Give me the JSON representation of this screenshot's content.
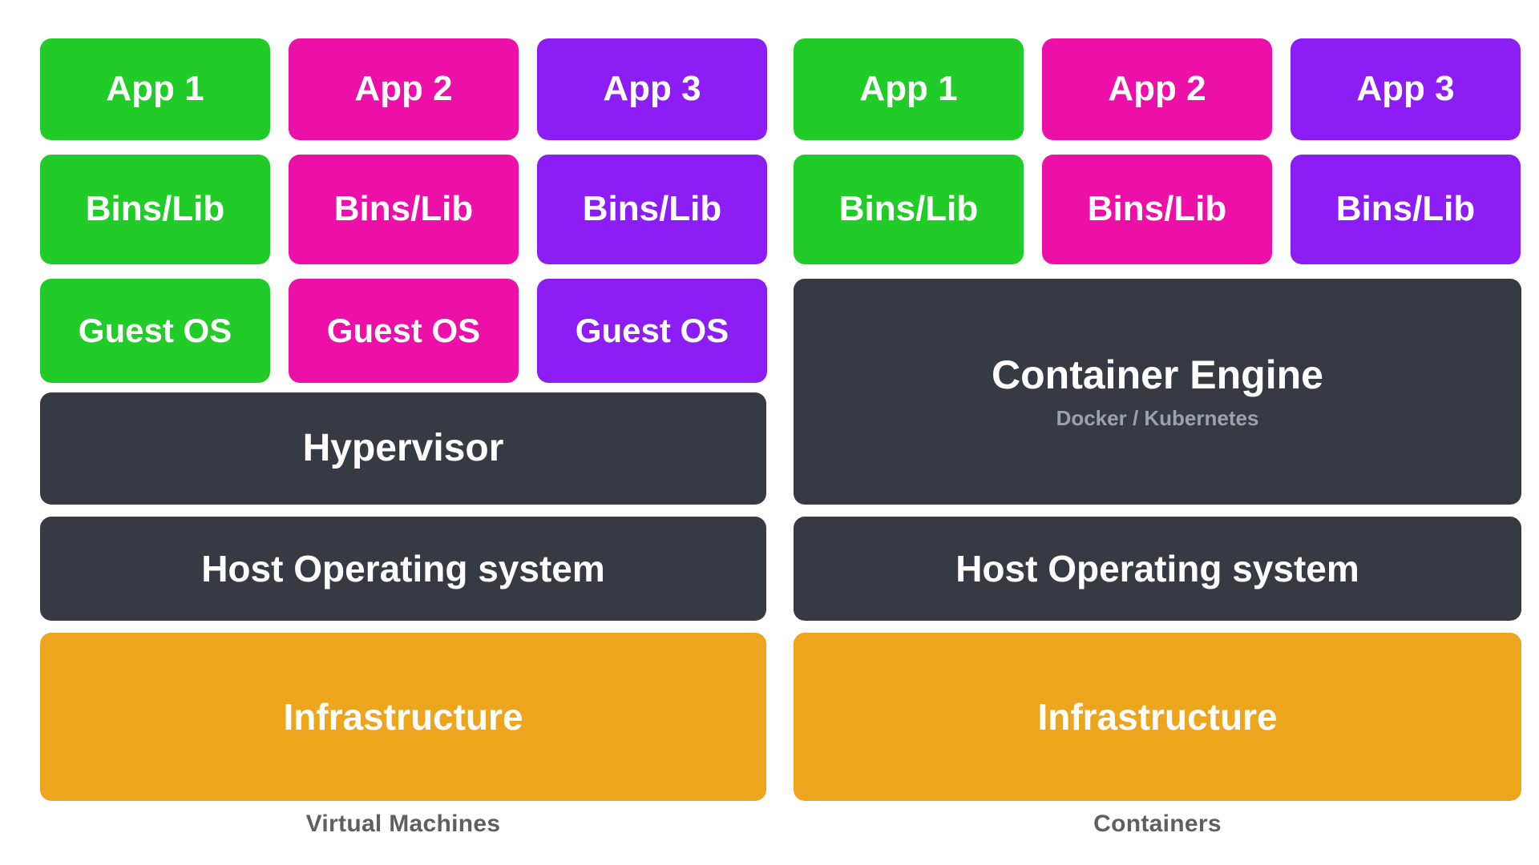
{
  "page": {
    "background": "#ffffff",
    "title": "Virtual Machines vs Containers architecture comparison"
  },
  "palette": {
    "green": "#22cc28",
    "magenta": "#ec10a8",
    "purple": "#8c1ef5",
    "dark": "#383a43",
    "orange": "#eda51e",
    "caption_gray": "#5f5f5f",
    "subtitle_gray": "#9aa2ad",
    "tile_text": "#ffffff"
  },
  "vm": {
    "caption": "Virtual Machines",
    "apps": [
      {
        "label": "App 1",
        "color": "#22cc28"
      },
      {
        "label": "App 2",
        "color": "#ec10a8"
      },
      {
        "label": "App 3",
        "color": "#8c1ef5"
      }
    ],
    "bins": [
      {
        "label": "Bins/Lib",
        "color": "#22cc28"
      },
      {
        "label": "Bins/Lib",
        "color": "#ec10a8"
      },
      {
        "label": "Bins/Lib",
        "color": "#8c1ef5"
      }
    ],
    "guest_os": [
      {
        "label": "Guest OS",
        "color": "#22cc28"
      },
      {
        "label": "Guest OS",
        "color": "#ec10a8"
      },
      {
        "label": "Guest OS",
        "color": "#8c1ef5"
      }
    ],
    "hypervisor": {
      "label": "Hypervisor",
      "color": "#383a43"
    },
    "host_os": {
      "label": "Host Operating system",
      "color": "#383a43"
    },
    "infrastructure": {
      "label": "Infrastructure",
      "color": "#eda51e"
    }
  },
  "containers": {
    "caption": "Containers",
    "apps": [
      {
        "label": "App 1",
        "color": "#22cc28"
      },
      {
        "label": "App 2",
        "color": "#ec10a8"
      },
      {
        "label": "App 3",
        "color": "#8c1ef5"
      }
    ],
    "bins": [
      {
        "label": "Bins/Lib",
        "color": "#22cc28"
      },
      {
        "label": "Bins/Lib",
        "color": "#ec10a8"
      },
      {
        "label": "Bins/Lib",
        "color": "#8c1ef5"
      }
    ],
    "engine": {
      "title": "Container Engine",
      "subtitle": "Docker / Kubernetes",
      "color": "#383a43"
    },
    "host_os": {
      "label": "Host Operating system",
      "color": "#383a43"
    },
    "infrastructure": {
      "label": "Infrastructure",
      "color": "#eda51e"
    }
  }
}
